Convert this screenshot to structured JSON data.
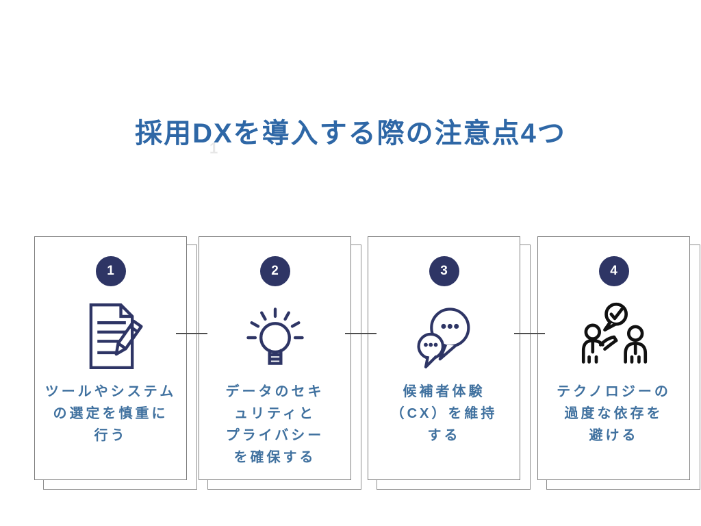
{
  "title": {
    "text": "採用DXを導入する際の注意点4つ"
  },
  "watermark": {
    "text": "1"
  },
  "theme": {
    "background": "#ffffff",
    "title_color": "#2e67a6",
    "body_text_color": "#40719f",
    "badge_color": "#2e3565",
    "badge_text_color": "#ffffff",
    "icon_navy": "#2e3565",
    "icon_black": "#111111",
    "card_border": "#7e7e7e",
    "back_card_border": "#8d8d8d",
    "connector_color": "#4f4f4f"
  },
  "cards": [
    {
      "number": "1",
      "icon": "document-pencil-icon",
      "label": "ツールやシステム\nの選定を慎重に\n行う"
    },
    {
      "number": "2",
      "icon": "lightbulb-icon",
      "label": "データのセキ\nュリティと\nプライバシー\nを確保する"
    },
    {
      "number": "3",
      "icon": "chat-bubbles-icon",
      "label": "候補者体験\n（CX）を維持\nする"
    },
    {
      "number": "4",
      "icon": "people-check-icon",
      "label": "テクノロジーの\n過度な依存を\n避ける"
    }
  ]
}
